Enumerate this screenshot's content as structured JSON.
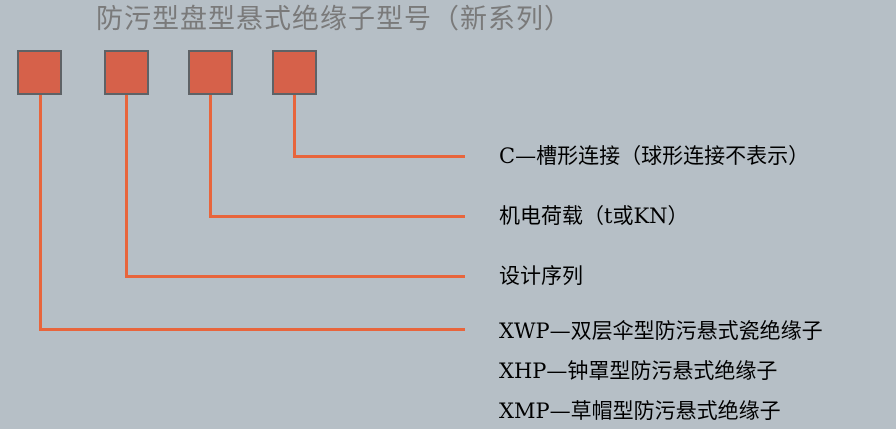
{
  "title": "防污型盘型悬式绝缘子型号（新系列）",
  "descriptions": {
    "connection": "C—槽形连接（球形连接不表示）",
    "load": "机电荷载（t或KN）",
    "design": "设计序列",
    "types": [
      "XWP—双层伞型防污悬式瓷绝缘子",
      "XHP—钟罩型防污悬式绝缘子",
      "XMP—草帽型防污悬式绝缘子"
    ]
  },
  "colors": {
    "background": "#b6bfc6",
    "box_fill": "#d6614a",
    "box_border": "#5e6266",
    "connector": "#e8653c",
    "title_text": "#7a7a7a"
  }
}
